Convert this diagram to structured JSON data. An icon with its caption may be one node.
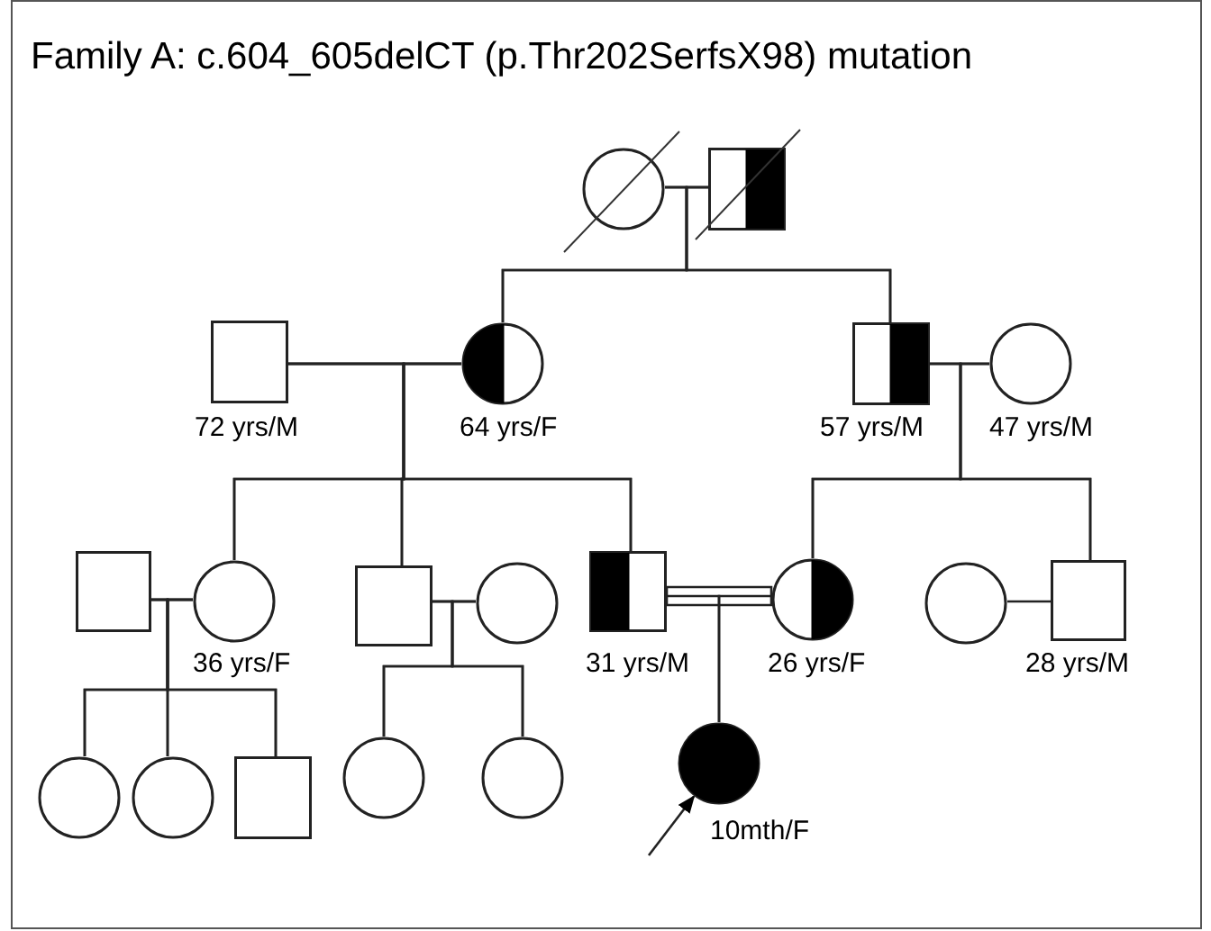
{
  "diagram": {
    "title": "Family A: c.604_605delCT (p.Thr202SerfsX98) mutation",
    "nodes": [
      {
        "text": [],
        "shape": "circle"
      },
      {
        "text": [],
        "shape": "box"
      },
      {
        "text": [],
        "shape": "box",
        "beside": [
          "72 yrs/M"
        ]
      },
      {
        "text": [],
        "shape": "circle",
        "beside": [
          "64 yrs/F"
        ]
      },
      {
        "text": [],
        "shape": "box",
        "beside": [
          "57 yrs/M"
        ]
      },
      {
        "text": [],
        "shape": "circle",
        "beside": [
          "47 yrs/M"
        ]
      },
      {
        "text": [],
        "shape": "box"
      },
      {
        "text": [],
        "shape": "circle",
        "beside": [
          "36 yrs/F"
        ]
      },
      {
        "text": [],
        "shape": "box"
      },
      {
        "text": [],
        "shape": "circle"
      },
      {
        "text": [],
        "shape": "box",
        "beside": [
          "31 yrs/M"
        ]
      },
      {
        "text": [],
        "shape": "circle",
        "beside": [
          "26 yrs/F"
        ]
      },
      {
        "text": [],
        "shape": "circle"
      },
      {
        "text": [],
        "shape": "box",
        "beside": [
          "28 yrs/M"
        ]
      },
      {
        "text": [],
        "shape": "circle"
      },
      {
        "text": [],
        "shape": "circle"
      },
      {
        "text": [],
        "shape": "box"
      },
      {
        "text": [],
        "shape": "circle"
      },
      {
        "text": [],
        "shape": "circle"
      },
      {
        "text": [],
        "shape": "circle",
        "beside": [
          "10mth/F"
        ]
      }
    ],
    "edges": [
      {
        "from": 0,
        "to": 1,
        "arrow": "none"
      },
      {
        "from": 0,
        "to": 3,
        "arrow": "none"
      },
      {
        "from": 1,
        "to": 3,
        "arrow": "none"
      },
      {
        "from": 0,
        "to": 4,
        "arrow": "none"
      },
      {
        "from": 1,
        "to": 4,
        "arrow": "none"
      },
      {
        "from": 2,
        "to": 3,
        "arrow": "none"
      },
      {
        "from": 4,
        "to": 5,
        "arrow": "none"
      },
      {
        "from": 2,
        "to": 7,
        "arrow": "none"
      },
      {
        "from": 3,
        "to": 7,
        "arrow": "none"
      },
      {
        "from": 2,
        "to": 8,
        "arrow": "none"
      },
      {
        "from": 3,
        "to": 8,
        "arrow": "none"
      },
      {
        "from": 2,
        "to": 10,
        "arrow": "none"
      },
      {
        "from": 3,
        "to": 10,
        "arrow": "none"
      },
      {
        "from": 4,
        "to": 11,
        "arrow": "none"
      },
      {
        "from": 5,
        "to": 11,
        "arrow": "none"
      },
      {
        "from": 4,
        "to": 13,
        "arrow": "none"
      },
      {
        "from": 5,
        "to": 13,
        "arrow": "none"
      },
      {
        "from": 6,
        "to": 7,
        "arrow": "none"
      },
      {
        "from": 8,
        "to": 9,
        "arrow": "none"
      },
      {
        "from": 10,
        "to": 11,
        "arrow": "none"
      },
      {
        "from": 12,
        "to": 13,
        "arrow": "none"
      },
      {
        "from": 6,
        "to": 14,
        "arrow": "none"
      },
      {
        "from": 7,
        "to": 14,
        "arrow": "none"
      },
      {
        "from": 6,
        "to": 15,
        "arrow": "none"
      },
      {
        "from": 7,
        "to": 15,
        "arrow": "none"
      },
      {
        "from": 6,
        "to": 16,
        "arrow": "none"
      },
      {
        "from": 7,
        "to": 16,
        "arrow": "none"
      },
      {
        "from": 8,
        "to": 17,
        "arrow": "none"
      },
      {
        "from": 9,
        "to": 17,
        "arrow": "none"
      },
      {
        "from": 8,
        "to": 18,
        "arrow": "none"
      },
      {
        "from": 9,
        "to": 18,
        "arrow": "none"
      },
      {
        "from": 10,
        "to": 19,
        "arrow": "none"
      },
      {
        "from": 11,
        "to": 19,
        "arrow": "none"
      },
      {
        "from": null,
        "to": 19,
        "arrow": "to"
      }
    ]
  }
}
